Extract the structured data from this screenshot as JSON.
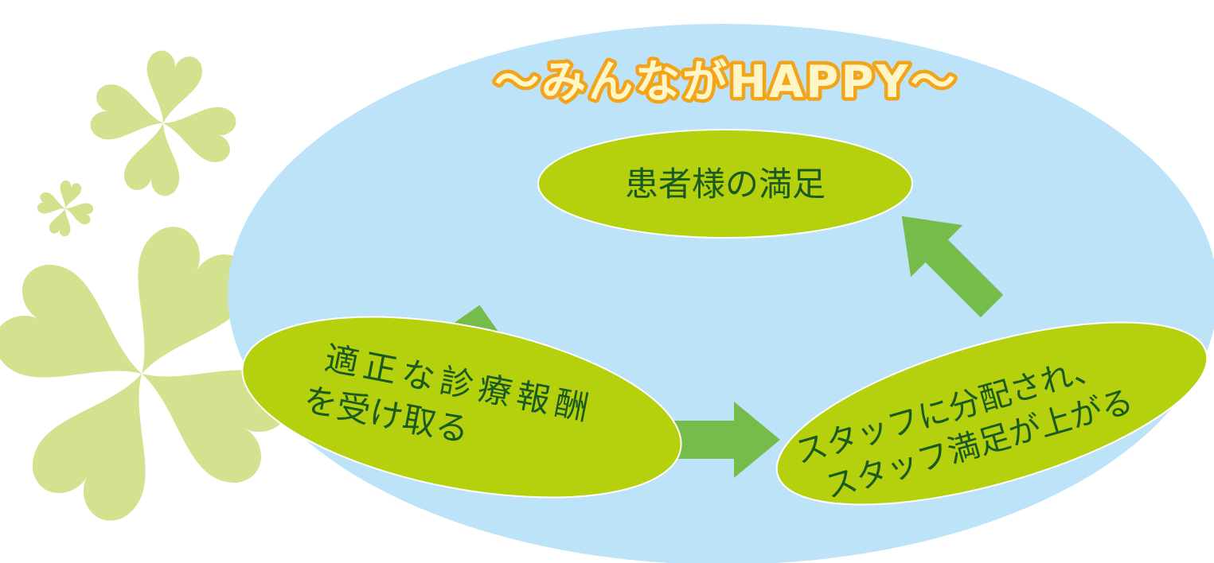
{
  "title": "～みんながHAPPY～",
  "nodes": {
    "top": {
      "lines": [
        "患者様の満足"
      ]
    },
    "left": {
      "lines": [
        "適正な診療報酬",
        "を受け取る"
      ]
    },
    "right": {
      "lines": [
        "スタッフに分配され、",
        "スタッフ満足が上がる"
      ]
    }
  },
  "colors": {
    "background_ellipse": "#bce3f7",
    "node_fill": "#b5d10e",
    "node_text": "#1a5a1e",
    "arrow": "#76bc4a",
    "clover": "#d3e28f",
    "title_fill": "#fff6c8",
    "title_stroke": "#f3a418"
  },
  "decorations": [
    "clover-large",
    "clover-medium",
    "clover-small"
  ]
}
